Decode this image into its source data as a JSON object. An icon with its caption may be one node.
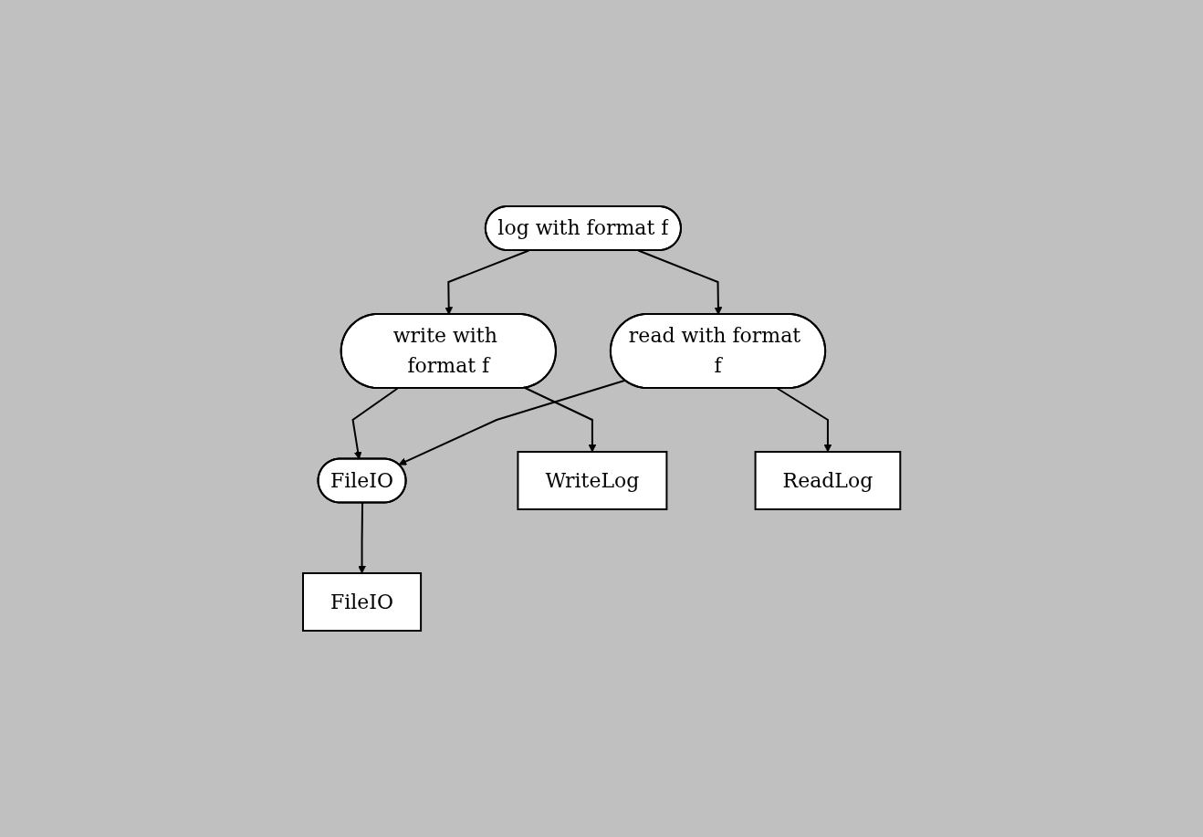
{
  "diagram": {
    "nodes": [
      {
        "text": [
          "log with format f"
        ]
      },
      {
        "text": [
          "write with format f"
        ]
      },
      {
        "text": [
          "FileIO"
        ]
      },
      {
        "text": [
          "read with format f"
        ]
      },
      {
        "text": [
          "WriteLog"
        ]
      },
      {
        "text": [
          "FileIO"
        ]
      },
      {
        "text": [
          "ReadLog"
        ]
      }
    ],
    "edges": [
      {
        "from": 0,
        "to": 1,
        "arrow": "to"
      },
      {
        "from": 0,
        "to": 3,
        "arrow": "to"
      },
      {
        "from": 1,
        "to": 2,
        "arrow": "to"
      },
      {
        "from": 3,
        "to": 2,
        "arrow": "to"
      },
      {
        "from": 1,
        "to": 4,
        "arrow": "to"
      },
      {
        "from": 2,
        "to": 5,
        "arrow": "to"
      },
      {
        "from": 3,
        "to": 6,
        "arrow": "to"
      }
    ]
  }
}
